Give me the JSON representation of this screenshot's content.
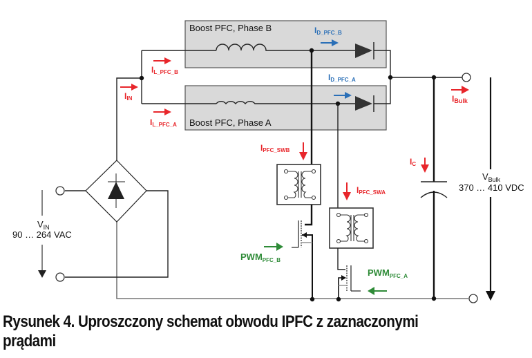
{
  "colors": {
    "current_red": "#e8262b",
    "diode_current_blue": "#2a6fb7",
    "pwm_green": "#2e8b37",
    "box_fill": "#d9d9d9",
    "wire": "#222222"
  },
  "blocks": {
    "phase_b": {
      "title": "Boost PFC, Phase B"
    },
    "phase_a": {
      "title": "Boost PFC, Phase A"
    }
  },
  "currents": {
    "i_l_pfc_b": {
      "main": "I",
      "sub": "L_PFC_B"
    },
    "i_l_pfc_a": {
      "main": "I",
      "sub": "L_PFC_A"
    },
    "i_in": {
      "main": "I",
      "sub": "IN"
    },
    "i_d_pfc_b": {
      "main": "I",
      "sub": "D_PFC_B"
    },
    "i_d_pfc_a": {
      "main": "I",
      "sub": "D_PFC_A"
    },
    "i_bulk": {
      "main": "I",
      "sub": "Bulk"
    },
    "i_pfc_swb": {
      "main": "I",
      "sub": "PFC_SWB"
    },
    "i_pfc_swa": {
      "main": "I",
      "sub": "PFC_SWA"
    },
    "i_c": {
      "main": "I",
      "sub": "C"
    }
  },
  "signals": {
    "pwm_b": {
      "main": "PWM",
      "sub": "PFC_B"
    },
    "pwm_a": {
      "main": "PWM",
      "sub": "PFC_A"
    }
  },
  "voltages": {
    "vin": {
      "main": "V",
      "sub": "IN",
      "range": "90 … 264 VAC"
    },
    "vbulk": {
      "main": "V",
      "sub": "Bulk",
      "range": "370 … 410 VDC"
    }
  },
  "caption": {
    "line1": "Rysunek 4. Uproszczony schemat obwodu IPFC z zaznaczonymi",
    "line2": "prądami"
  }
}
